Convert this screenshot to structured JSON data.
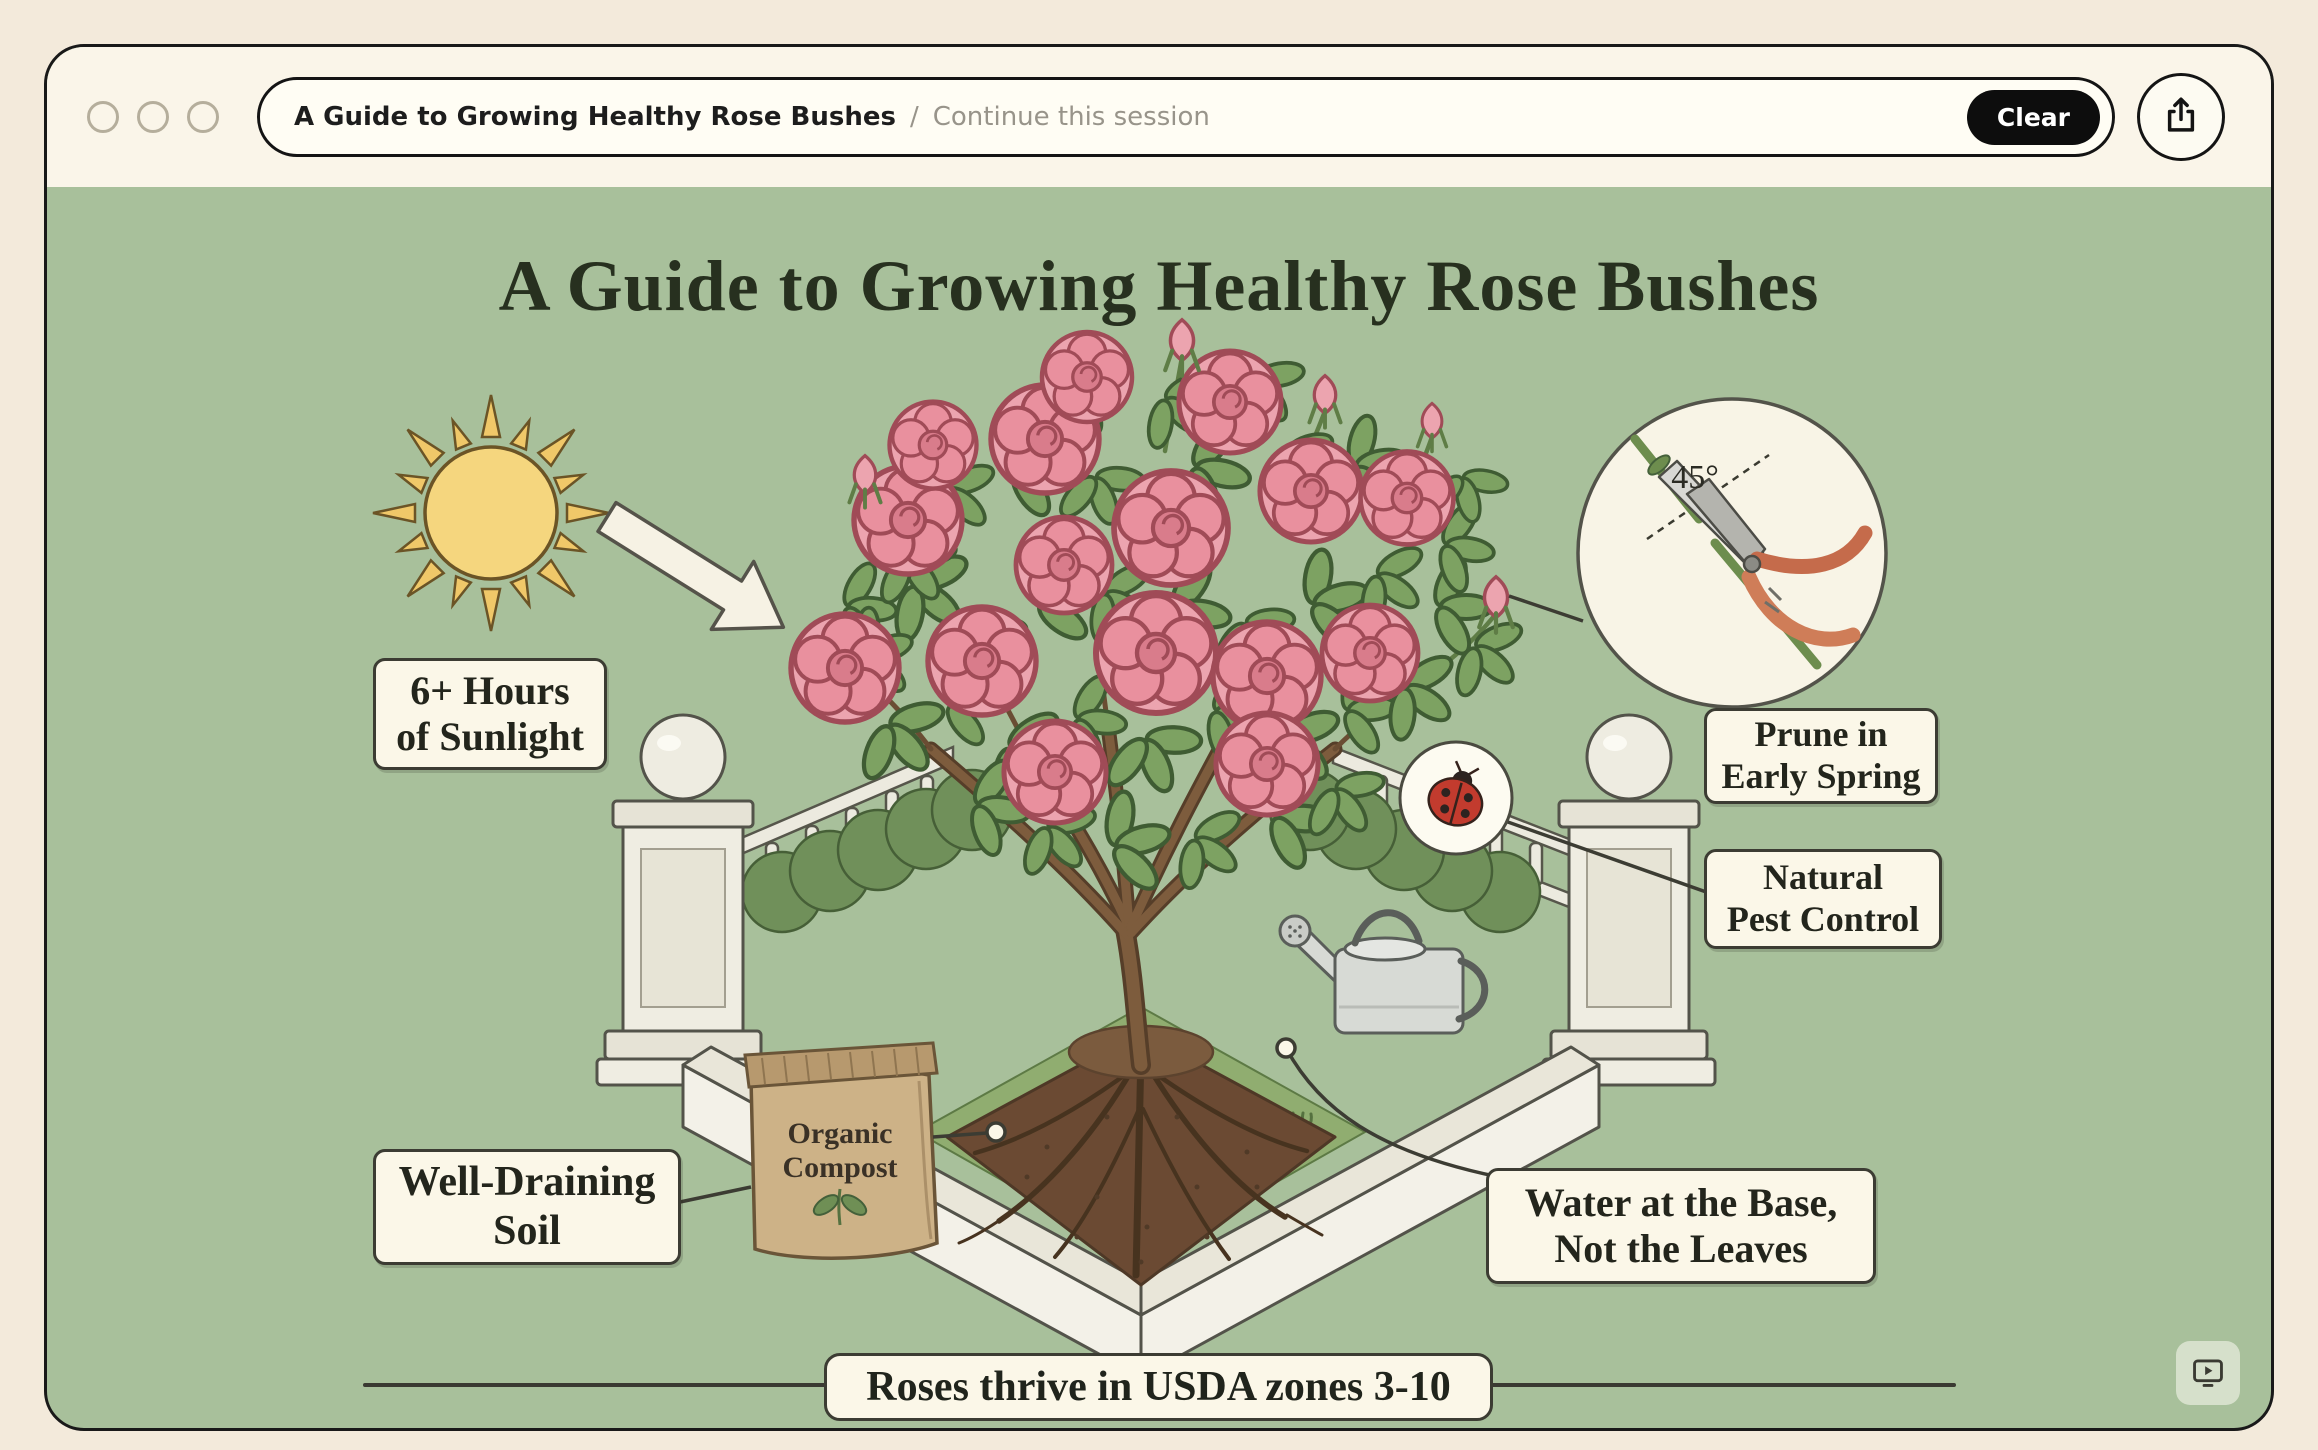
{
  "topbar": {
    "title": "A Guide to Growing Healthy Rose Bushes",
    "separator": "/",
    "subtitle": "Continue this session",
    "clear_label": "Clear"
  },
  "infographic": {
    "title": "A Guide to Growing Healthy Rose Bushes",
    "sunlight": {
      "line1": "6+ Hours",
      "line2": "of Sunlight"
    },
    "prune": {
      "line1": "Prune in",
      "line2": "Early Spring"
    },
    "pest": {
      "line1": "Natural",
      "line2": "Pest Control"
    },
    "soil": {
      "line1": "Well-Draining",
      "line2": "Soil"
    },
    "water": {
      "line1": "Water at the Base,",
      "line2": "Not the Leaves"
    },
    "compost": {
      "line1": "Organic",
      "line2": "Compost"
    },
    "angle_label": "45°",
    "footer": "Roses thrive in USDA zones 3-10"
  },
  "colors": {
    "canvas_green": "#a8c09b",
    "panel_cream": "#fbf7e8",
    "ink": "#2b2b24",
    "rose_pink": "#eca4af",
    "leaf_green": "#7da262",
    "soil_brown": "#6b4a33",
    "sun_yellow": "#f5d67e",
    "accent_black": "#0d0d0d"
  }
}
